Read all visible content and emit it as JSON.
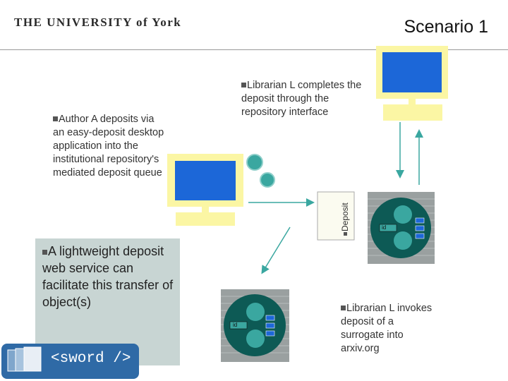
{
  "header": {
    "logo_text": "THE UNIVERSITY of York",
    "slide_title": "Scenario 1"
  },
  "notes": {
    "author": "Author A deposits via an easy-deposit desktop application into the institutional repository's mediated deposit queue",
    "librarian_completes": "Librarian L completes the deposit through the repository interface",
    "lightweight": "A lightweight deposit web service can facilitate this transfer of object(s)",
    "librarian_invokes": "Librarian L invokes deposit of a surrogate into arxiv.org"
  },
  "labels": {
    "deposit": "Deposit",
    "repo_upper_id": "id",
    "repo_lower_id": "id",
    "sword_logo": "<sword />"
  },
  "colors": {
    "monitor_frame": "#fbf6a4",
    "monitor_screen": "#1c67d8",
    "repository_body": "#0d5a55",
    "repository_node": "#3aa7a0",
    "arrow": "#3aa7a0",
    "sword_bg": "#2f6aa6"
  }
}
